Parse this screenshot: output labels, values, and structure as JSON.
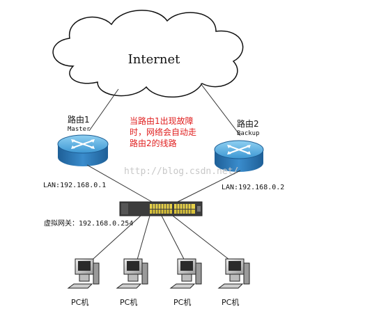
{
  "cloud": {
    "label": "Internet"
  },
  "router1": {
    "name": "路由1",
    "role": "Master",
    "lan": "LAN:192.168.0.1"
  },
  "router2": {
    "name": "路由2",
    "role": "Backup",
    "lan": "LAN:192.168.0.2"
  },
  "note": {
    "lines": [
      "当路由1出现故障",
      "时，网络会自动走",
      "路由2的线路"
    ],
    "color": "#e02020"
  },
  "switch": {
    "gateway_label": "虚拟网关：192.168.0.254"
  },
  "pcs": [
    {
      "label": "PC机"
    },
    {
      "label": "PC机"
    },
    {
      "label": "PC机"
    },
    {
      "label": "PC机"
    }
  ],
  "watermark": "http://blog.csdn.net/",
  "colors": {
    "router_top": "#5aaedf",
    "router_side": "#2b78b6",
    "line": "#333333"
  }
}
